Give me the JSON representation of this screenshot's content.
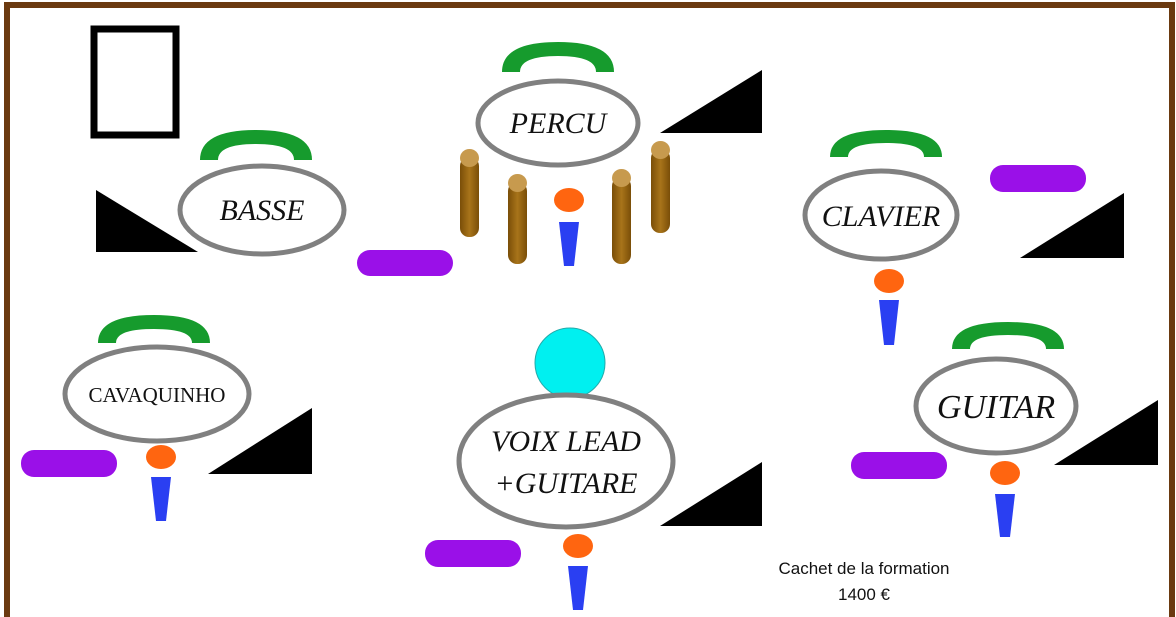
{
  "colors": {
    "border": "#6b3a10",
    "headphones": "#169b2d",
    "oval_stroke": "#808080",
    "monitor": "#000000",
    "amp": "#9a10e8",
    "mic_head": "#ff6510",
    "mic_body": "#2a3ff2",
    "drum": "#9b6a10",
    "drum_top": "#c79a4e",
    "head": "#00f0f0"
  },
  "icons": [
    "frame-icon",
    "headphones-icon",
    "wedge-monitor-icon",
    "amplifier-icon",
    "microphone-icon",
    "drum-icon",
    "singer-head-icon"
  ],
  "stations": {
    "basse": "BASSE",
    "percu": "PERCU",
    "clavier": "CLAVIER",
    "cavaquinho": "CAVAQUINHO",
    "voix_line1": "VOIX LEAD",
    "voix_line2": "+GUITARE",
    "guitar": "GUITAR"
  },
  "caption": {
    "line1": "Cachet de la formation",
    "line2": "1400 €"
  }
}
